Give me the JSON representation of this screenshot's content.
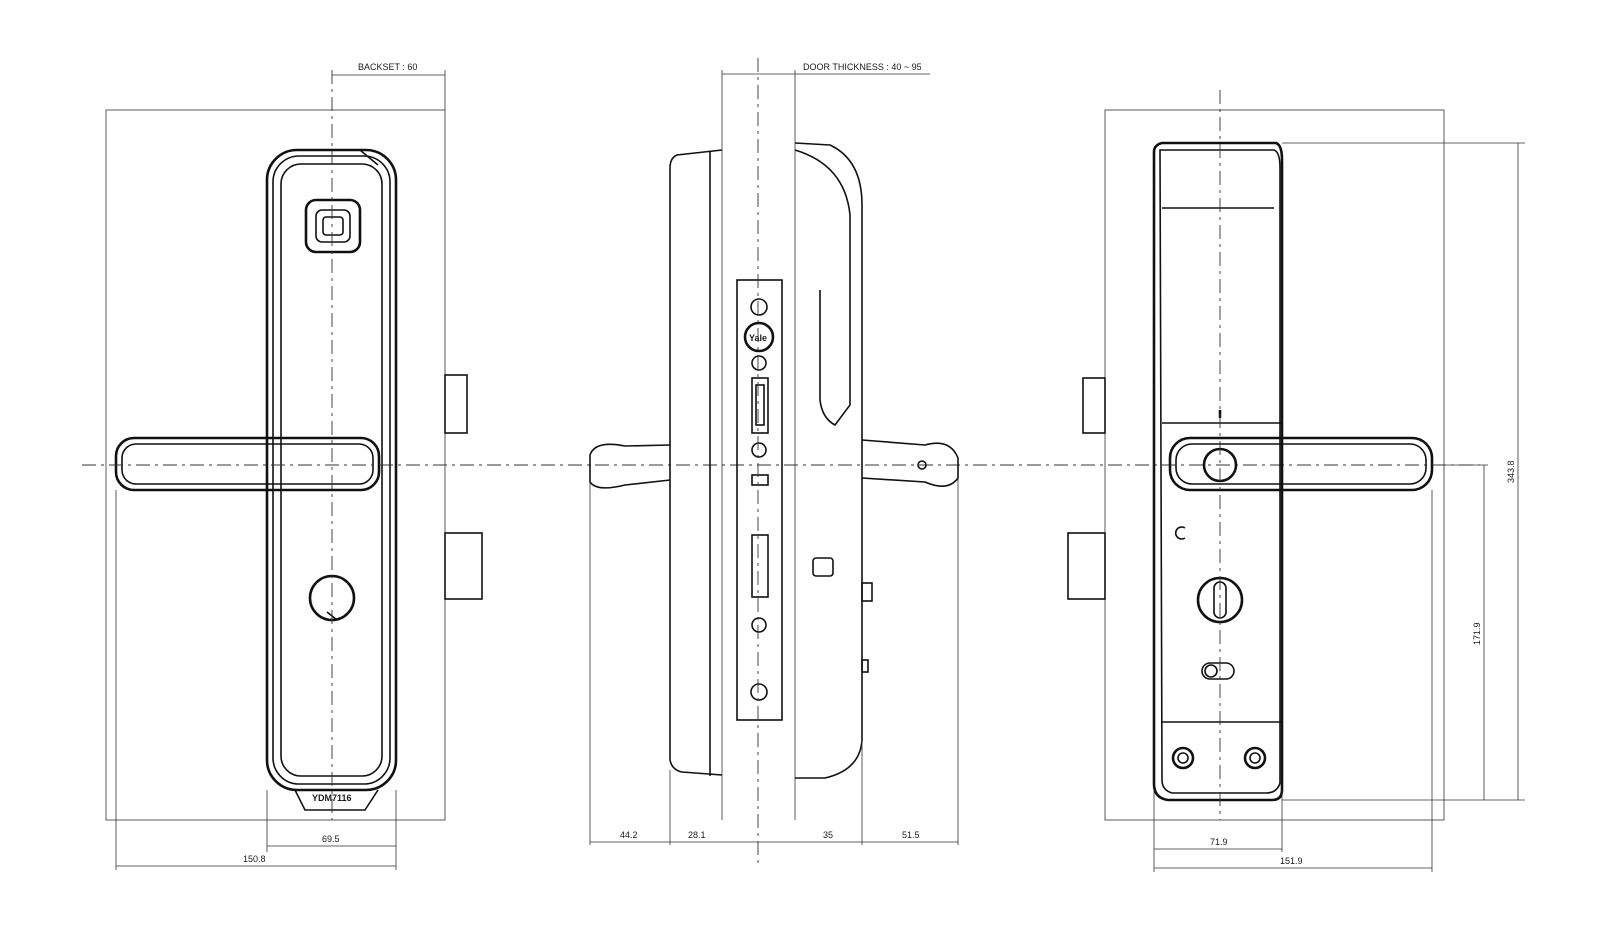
{
  "dimensions": {
    "backset": "BACKSET :  60",
    "door_thickness": "DOOR THICKNESS : 40 ~ 95",
    "front_inner_width": "69.5",
    "front_outer_width": "150.8",
    "side_44": "44.2",
    "side_28": "28.1",
    "side_35": "35",
    "side_51": "51.5",
    "rear_inner_width": "71.9",
    "rear_outer_width": "151.9",
    "rear_total_height": "343.8",
    "rear_lower_height": "171.9"
  },
  "labels": {
    "brand_logo": "Yale",
    "model_plate": "YDM7116"
  }
}
